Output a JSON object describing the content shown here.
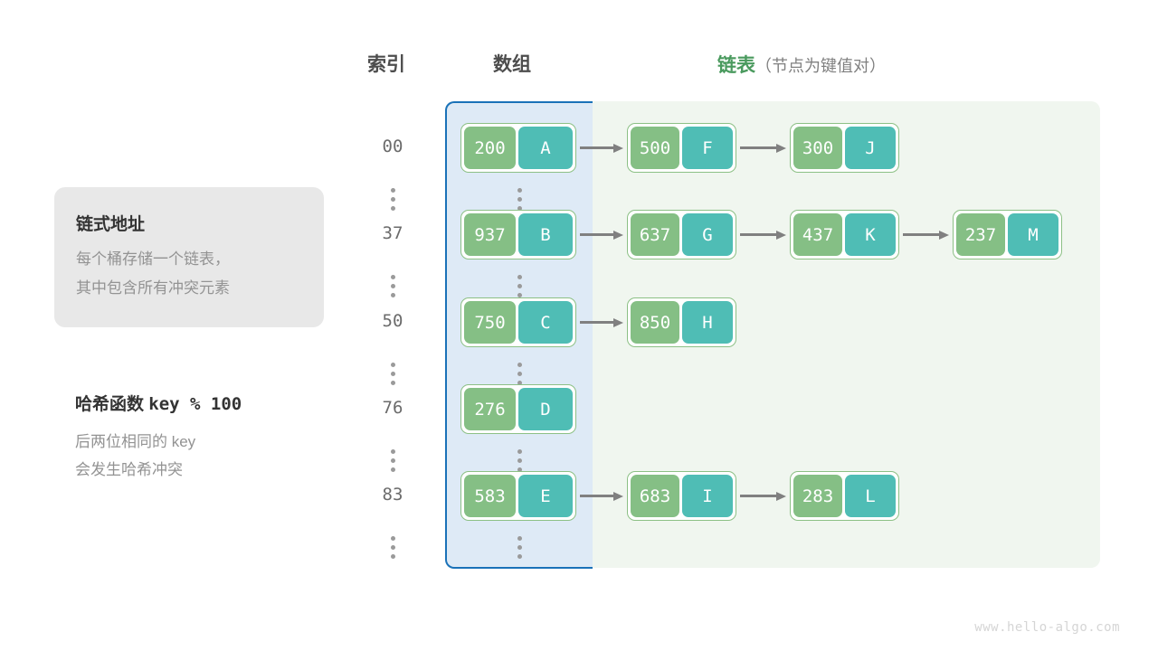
{
  "headers": {
    "index": "索引",
    "array": "数组",
    "list_main": "链表",
    "list_sub": "（节点为键值对）",
    "list_color": "#4a9a5e"
  },
  "info_card": {
    "title": "链式地址",
    "description": "每个桶存储一个链表，\n其中包含所有冲突元素",
    "background": "#e8e8e8"
  },
  "hash_note": {
    "title_label": "哈希函数",
    "title_fn": "key % 100",
    "description": "后两位相同的 key\n会发生哈希冲突"
  },
  "regions": {
    "array_fill": "#deeaf6",
    "array_border": "#1a72b8",
    "list_fill": "#f0f6ef"
  },
  "node_colors": {
    "key_fill": "#85bf85",
    "value_fill": "#4fbdb5",
    "node_border": "#8cc085",
    "arrow": "#808080"
  },
  "ellipsis_glyph": "⋮",
  "buckets": [
    {
      "index": "00",
      "array_node": {
        "key": "200",
        "value": "A"
      },
      "chain": [
        {
          "key": "500",
          "value": "F"
        },
        {
          "key": "300",
          "value": "J"
        }
      ]
    },
    {
      "index": "37",
      "array_node": {
        "key": "937",
        "value": "B"
      },
      "chain": [
        {
          "key": "637",
          "value": "G"
        },
        {
          "key": "437",
          "value": "K"
        },
        {
          "key": "237",
          "value": "M"
        }
      ]
    },
    {
      "index": "50",
      "array_node": {
        "key": "750",
        "value": "C"
      },
      "chain": [
        {
          "key": "850",
          "value": "H"
        }
      ]
    },
    {
      "index": "76",
      "array_node": {
        "key": "276",
        "value": "D"
      },
      "chain": []
    },
    {
      "index": "83",
      "array_node": {
        "key": "583",
        "value": "E"
      },
      "chain": [
        {
          "key": "683",
          "value": "I"
        },
        {
          "key": "283",
          "value": "L"
        }
      ]
    }
  ],
  "watermark": "www.hello-algo.com"
}
